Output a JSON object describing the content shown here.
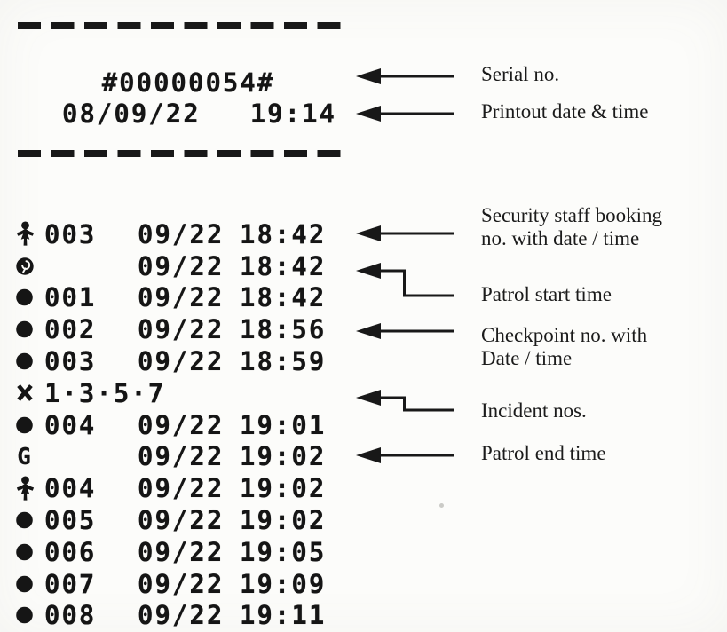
{
  "page": {
    "background": "#fcfcfa",
    "ink": "#151515"
  },
  "printout": {
    "serial_number": "#00000054#",
    "printout_date": "08/09/22",
    "printout_time": "19:14",
    "rows": [
      {
        "icon": "security-staff-icon",
        "number": "003",
        "date": "09/22",
        "time": "18:42"
      },
      {
        "icon": "patrol-start-icon",
        "number": "",
        "date": "09/22",
        "time": "18:42"
      },
      {
        "icon": "checkpoint-icon",
        "number": "001",
        "date": "09/22",
        "time": "18:42"
      },
      {
        "icon": "checkpoint-icon",
        "number": "002",
        "date": "09/22",
        "time": "18:56"
      },
      {
        "icon": "checkpoint-icon",
        "number": "003",
        "date": "09/22",
        "time": "18:59"
      },
      {
        "icon": "incident-icon",
        "number": "1·3·5·7",
        "date": "",
        "time": ""
      },
      {
        "icon": "checkpoint-icon",
        "number": "004",
        "date": "09/22",
        "time": "19:01"
      },
      {
        "icon": "patrol-end-icon",
        "number": "",
        "date": "09/22",
        "time": "19:02"
      },
      {
        "icon": "security-staff-icon",
        "number": "004",
        "date": "09/22",
        "time": "19:02"
      },
      {
        "icon": "checkpoint-icon",
        "number": "005",
        "date": "09/22",
        "time": "19:02"
      },
      {
        "icon": "checkpoint-icon",
        "number": "006",
        "date": "09/22",
        "time": "19:05"
      },
      {
        "icon": "checkpoint-icon",
        "number": "007",
        "date": "09/22",
        "time": "19:09"
      },
      {
        "icon": "checkpoint-icon",
        "number": "008",
        "date": "09/22",
        "time": "19:11"
      }
    ]
  },
  "annotations": [
    {
      "lines": [
        "Serial no."
      ]
    },
    {
      "lines": [
        "Printout date & time"
      ]
    },
    {
      "lines": [
        "Security staff booking",
        "no. with date / time"
      ]
    },
    {
      "lines": [
        "Patrol start time"
      ]
    },
    {
      "lines": [
        "Checkpoint no. with",
        "Date / time"
      ]
    },
    {
      "lines": [
        "Incident nos."
      ]
    },
    {
      "lines": [
        "Patrol end time"
      ]
    }
  ]
}
